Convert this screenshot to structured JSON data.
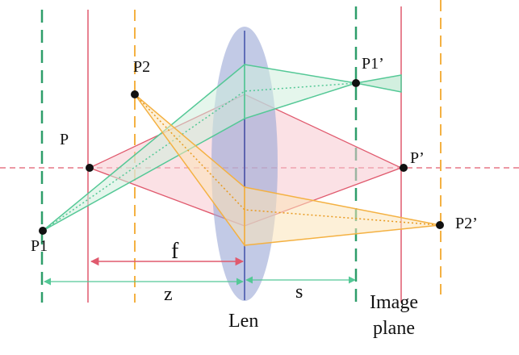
{
  "labels": {
    "p": "P",
    "p1": "P1",
    "p2": "P2",
    "p_prime": "P’",
    "p1_prime": "P1’",
    "p2_prime": "P2’",
    "f": "f",
    "z": "z",
    "s": "s",
    "lens": "Len",
    "image_plane_line1": "Image",
    "image_plane_line2": "plane"
  },
  "colors": {
    "green": "#2e9e6a",
    "green_light": "#54c896",
    "red": "#e05a6e",
    "orange": "#f4b142",
    "lens_fill": "#9aa6d6",
    "lens_axis": "#3f4fa8"
  }
}
